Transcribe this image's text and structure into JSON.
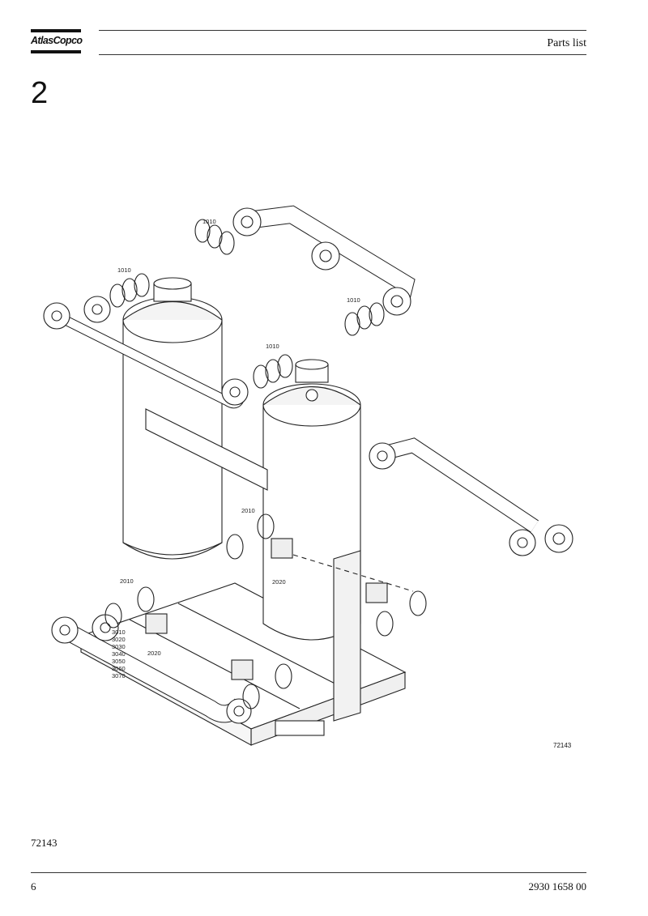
{
  "header": {
    "brand": "AtlasCopco",
    "title": "Parts list"
  },
  "section_number": "2",
  "figure": {
    "id_label": "72143",
    "callouts": {
      "c1010": "1010",
      "c2010": "2010",
      "c2020": "2020",
      "c3010": "3010",
      "c3020": "3020",
      "c3030": "3030",
      "c3040": "3040",
      "c3050": "3050",
      "c3060": "3060",
      "c3070": "3070"
    }
  },
  "caption": "72143",
  "footer": {
    "page_number": "6",
    "document_number": "2930 1658 00"
  }
}
